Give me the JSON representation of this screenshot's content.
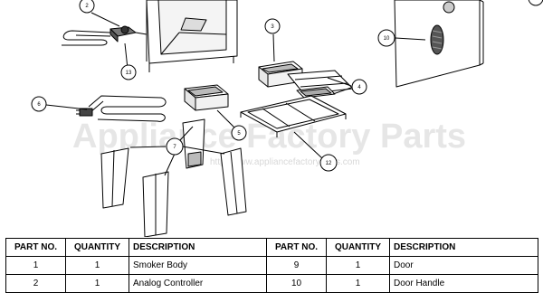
{
  "watermark": {
    "brand": "Appliance Factory Parts",
    "url": "http://www.appliancefactoryparts.com"
  },
  "callouts": [
    "2",
    "3",
    "4",
    "5",
    "6",
    "7",
    "10",
    "12",
    "13"
  ],
  "table": {
    "headers": [
      "PART NO.",
      "QUANTITY",
      "DESCRIPTION",
      "PART NO.",
      "QUANTITY",
      "DESCRIPTION"
    ],
    "rows": [
      [
        "1",
        "1",
        "Smoker Body",
        "9",
        "1",
        "Door"
      ],
      [
        "2",
        "1",
        "Analog Controller",
        "10",
        "1",
        "Door Handle"
      ]
    ]
  }
}
